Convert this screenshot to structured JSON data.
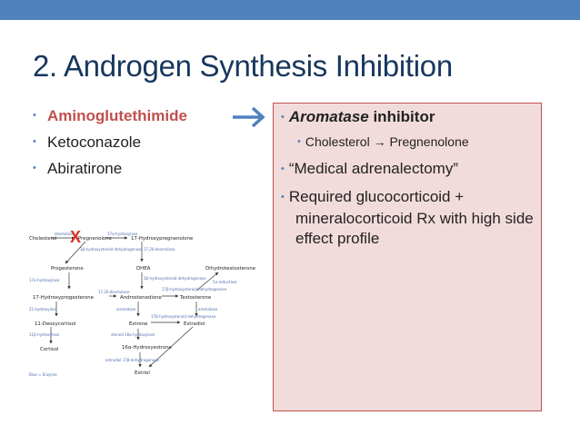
{
  "slide": {
    "title": "2. Androgen Synthesis Inhibition",
    "bullet_glyph": "•",
    "accent_color": "#4f81bd",
    "highlight_color": "#c0504d",
    "box_color": "#f2dcdb"
  },
  "left_list": [
    {
      "text": "Aminoglutethimide",
      "highlight": true
    },
    {
      "text": "Ketoconazole",
      "highlight": false
    },
    {
      "text": "Abiratirone",
      "highlight": false
    }
  ],
  "arrow_icon": "right-arrow-icon",
  "right_box": {
    "line1_em": "Aromatase",
    "line1_rest": " inhibitor",
    "line2": "Cholesterol → Pregnenolone",
    "line3": "“Medical adrenalectomy”",
    "line4": "Required glucocorticoid + mineralocorticoid Rx with high side effect profile"
  },
  "diagram": {
    "x_mark": "X",
    "nodes": {
      "cholesterol": "Cholesterol",
      "pregnenolone": "Pregnenolone",
      "hydroxypregnenolone": "17-Hydroxypregnenolone",
      "progesterone": "Progesterone",
      "dhea": "DHEA",
      "dht": "Dihydrotestosterone",
      "hydroxyprogesterone": "17-Hydroxyprogesterone",
      "androstenedione": "Androstenedione",
      "testosterone": "Testosterone",
      "deoxycortisol": "11-Deoxycortisol",
      "estrone": "Estrone",
      "estradiol": "Estradiol",
      "cortisol": "Cortisol",
      "hydroxyestrone": "16α-Hydroxyestrone",
      "estriol": "Estriol"
    },
    "enzymes": {
      "side_chain": "desmolase",
      "hydroxylase17_a": "17α-hydroxylase",
      "lyase17_a": "17,20-desmolase",
      "dehydrogenase3b": "3β-hydroxysteroid dehydrogenase",
      "dehydrogenase3b_b": "3β-hydroxysteroid dehydrogenase",
      "hydroxylase17_b": "17α-hydroxylase",
      "lyase17_b": "17,20-desmolase",
      "dehydrogenase17b": "17β-hydroxysteroid dehydrogenase",
      "reductase5a": "5α-reductase",
      "hydroxylase21": "21-hydroxylase",
      "hydroxylase11": "11β-hydroxylase",
      "aromatase_a": "aromatase",
      "aromatase_b": "aromatase",
      "dehydrogenase17b_b": "17β-hydroxysteroid dehydrogenase",
      "hydroxylase16": "steroid 16α-hydroxylase",
      "hydroxylase16_b": "estradiol 17β-dehydrogenase"
    },
    "legend": "Blue = Enzyme"
  }
}
